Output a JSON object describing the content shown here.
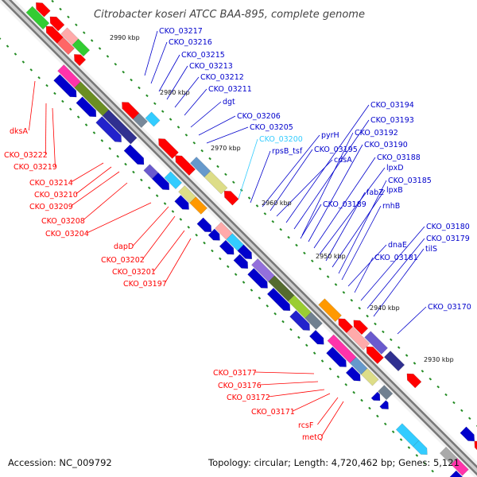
{
  "title": "Citrobacter koseri ATCC BAA-895, complete genome",
  "footer": {
    "accession": "Accession: NC_009792",
    "topology": "Topology: circular; Length: 4,720,462 bp; Genes: 5,121"
  },
  "kbp_labels": [
    "2990 kbp",
    "2980 kbp",
    "2970 kbp",
    "2960 kbp",
    "2950 kbp",
    "2940 kbp",
    "2930 kbp"
  ],
  "colors": {
    "reverse_strand": "#ff0000",
    "forward_strand": "#0000cc",
    "highlight": "#33ccff",
    "backbone": "#888888",
    "tick": "#228b22"
  },
  "reverse_labels": [
    "dksA",
    "CKO_03222",
    "CKO_03219",
    "CKO_03214",
    "CKO_03210",
    "CKO_03209",
    "CKO_03208",
    "CKO_03204",
    "dapD",
    "CKO_03202",
    "CKO_03201",
    "CKO_03197",
    "CKO_03177",
    "CKO_03176",
    "CKO_03172",
    "CKO_03171",
    "rcsF",
    "metQ"
  ],
  "forward_labels": [
    "CKO_03217",
    "CKO_03216",
    "CKO_03215",
    "CKO_03213",
    "CKO_03212",
    "CKO_03211",
    "dgt",
    "CKO_03206",
    "CKO_03205",
    "CKO_03200",
    "rpsB_tsf",
    "pyrH",
    "CKO_03195",
    "cdsA",
    "CKO_03194",
    "CKO_03193",
    "CKO_03192",
    "CKO_03190",
    "CKO_03188",
    "lpxD",
    "fabZ",
    "lpxB",
    "CKO_03185",
    "CKO_03189",
    "rnhB",
    "dnaE",
    "CKO_03181",
    "CKO_03180",
    "CKO_03179",
    "tilS",
    "CKO_03170"
  ]
}
